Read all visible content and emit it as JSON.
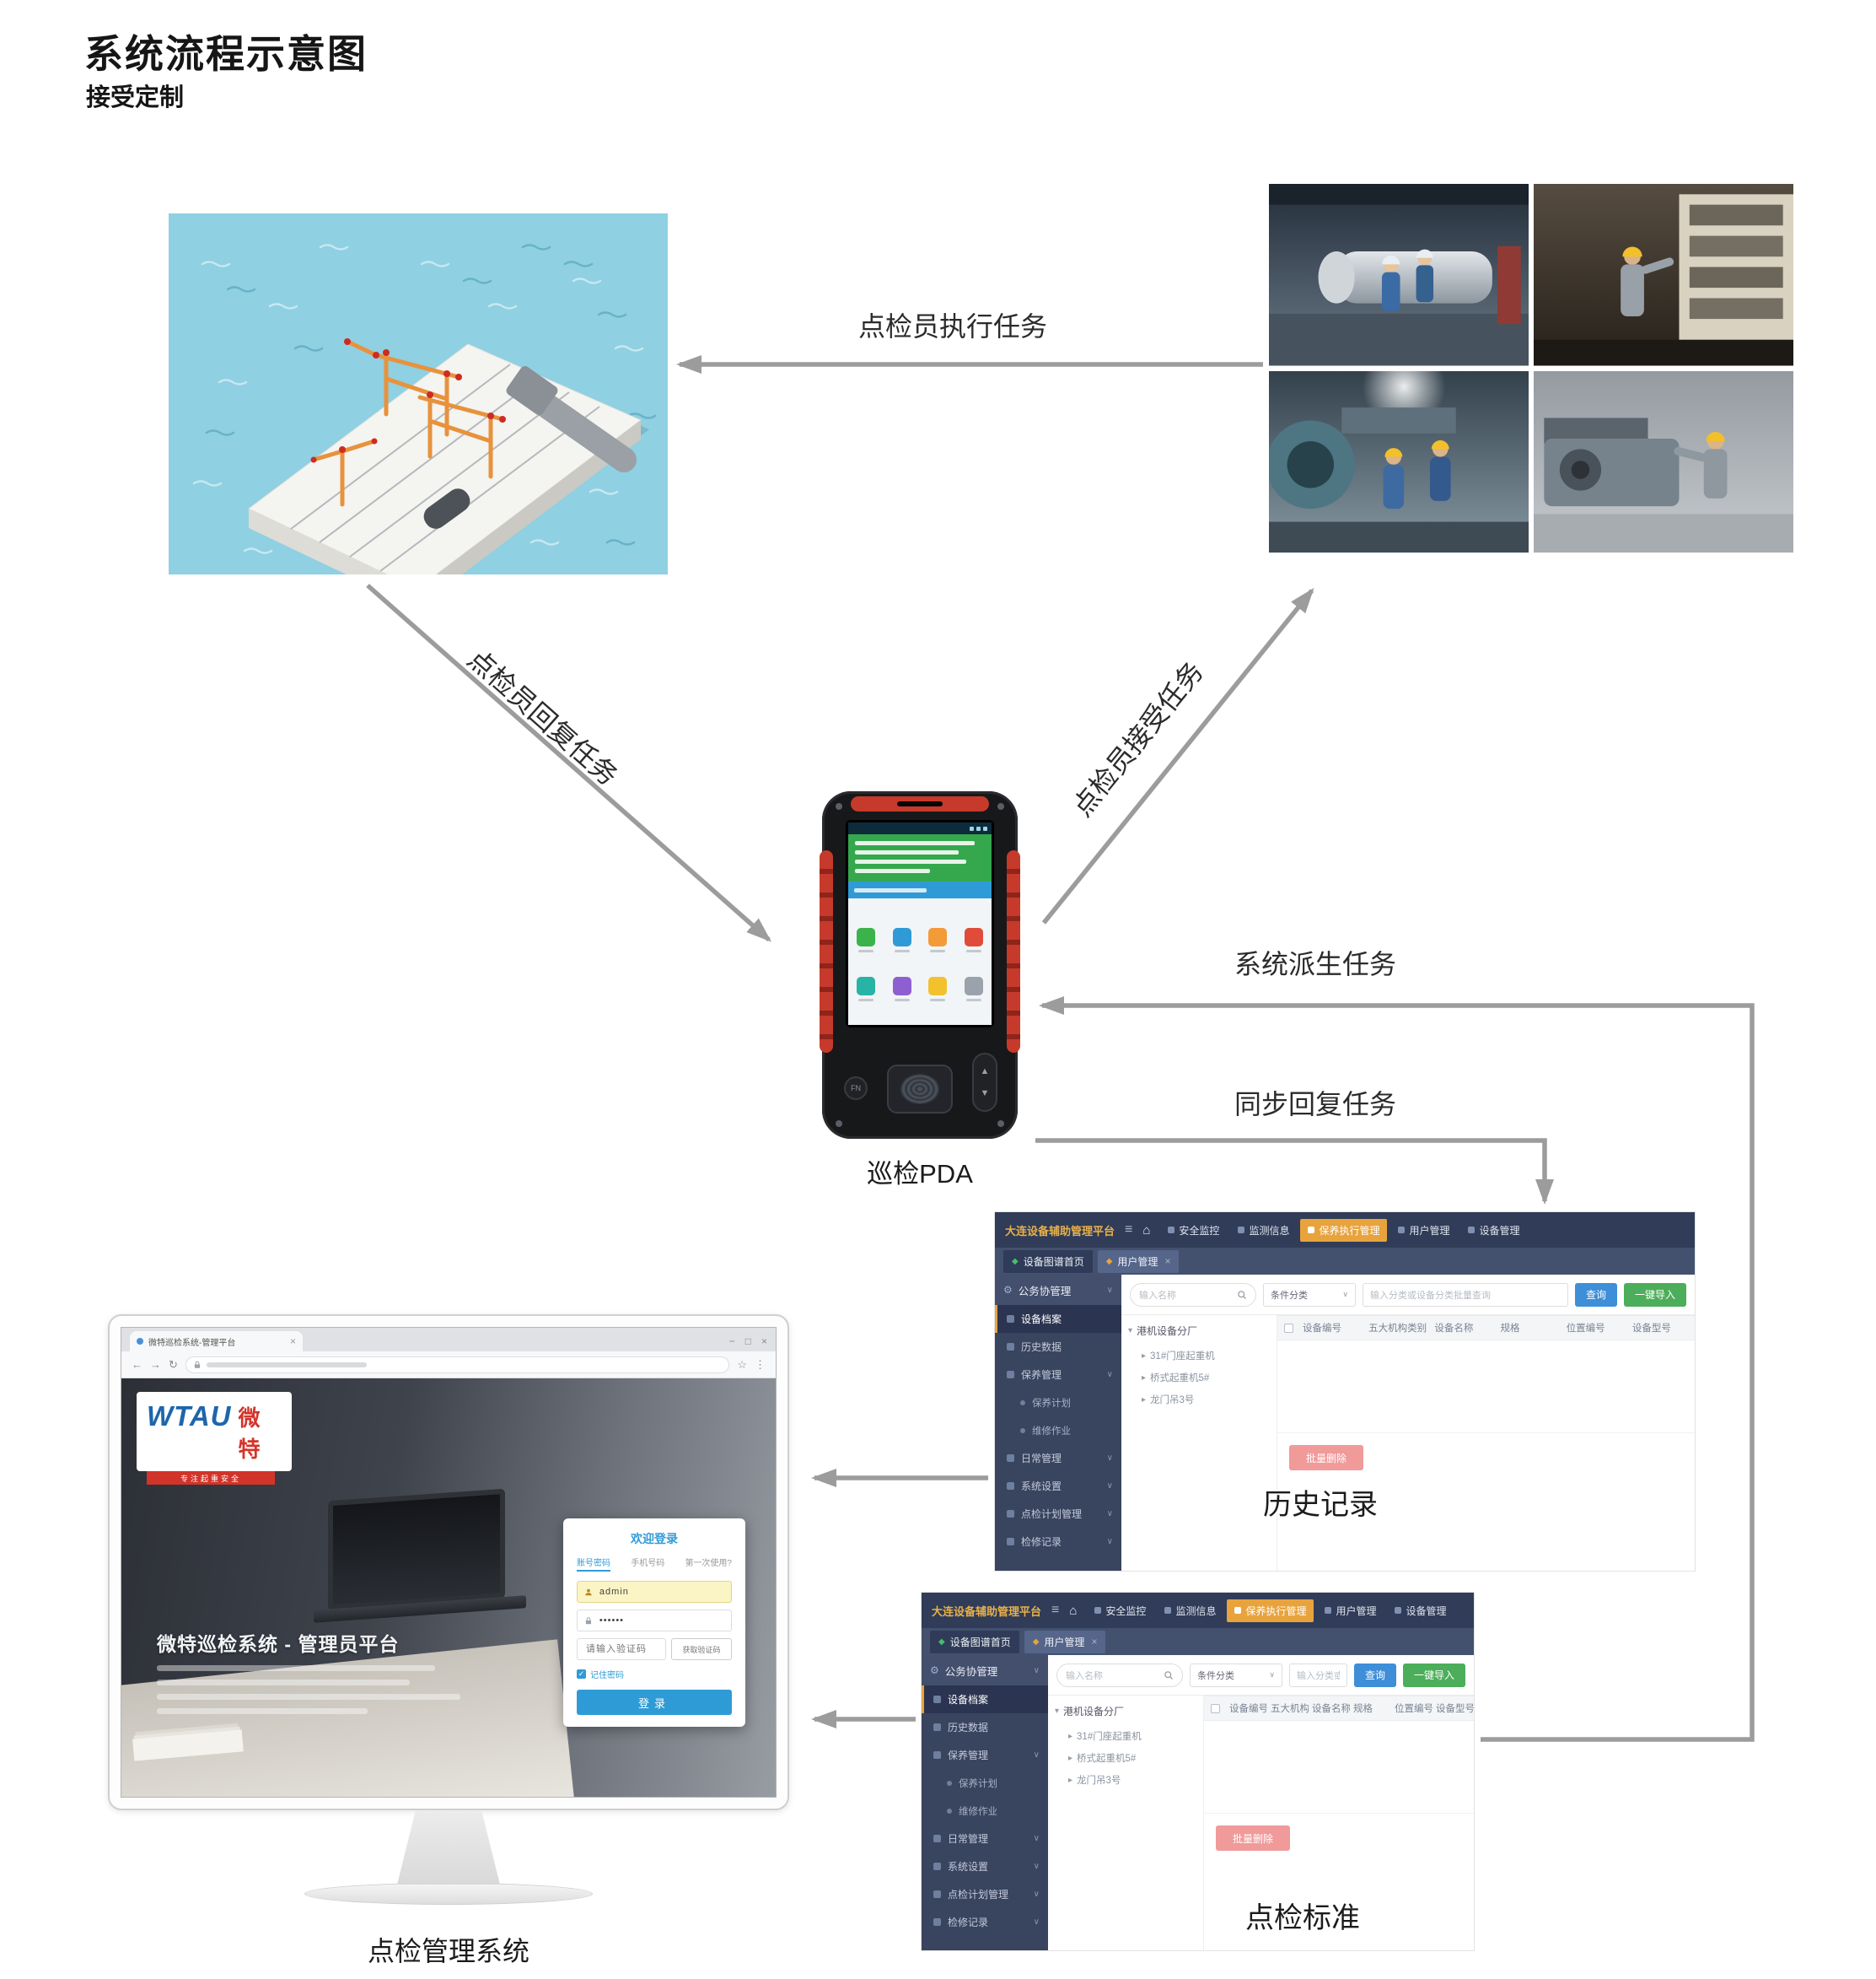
{
  "page": {
    "title": "系统流程示意图",
    "subtitle": "接受定制"
  },
  "flow": {
    "execute_label": "点检员执行任务",
    "accept_label": "点检员接受任务",
    "reply_label": "点检员回复任务",
    "derive_label": "系统派生任务",
    "sync_label": "同步回复任务"
  },
  "captions": {
    "pda": "巡检PDA",
    "history": "历史记录",
    "standard": "点检标准",
    "system": "点检管理系统"
  },
  "monitor": {
    "browser_tab": "微特巡检系统-管理平台",
    "logo_en": "WTAU",
    "logo_cn": "微特",
    "logo_tagline": "专注起重安全",
    "hero_title": "微特巡检系统 - 管理员平台",
    "login": {
      "title": "欢迎登录",
      "tabs": [
        "账号密码",
        "手机号码",
        "第一次使用?"
      ],
      "username": "admin",
      "password": "••••••",
      "captcha_placeholder": "请输入验证码",
      "captcha_button": "获取验证码",
      "remember": "记住密码",
      "submit": "登录"
    }
  },
  "admin": {
    "brand": "大连设备辅助管理平台",
    "menu": [
      {
        "label": "安全监控",
        "active": false
      },
      {
        "label": "监测信息",
        "active": false
      },
      {
        "label": "保养执行管理",
        "active": true
      },
      {
        "label": "用户管理",
        "active": false
      },
      {
        "label": "设备管理",
        "active": false
      }
    ],
    "tabs": [
      {
        "label": "设备图谱首页",
        "closable": false
      },
      {
        "label": "用户管理",
        "closable": true
      }
    ],
    "sidebar_header": "公务协管理",
    "sidebar": [
      {
        "label": "设备档案",
        "active": true
      },
      {
        "label": "历史数据"
      },
      {
        "label": "保养管理",
        "caret": true
      },
      {
        "label": "保养计划",
        "sub": true
      },
      {
        "label": "维修作业",
        "sub": true
      },
      {
        "label": "日常管理",
        "caret": true
      },
      {
        "label": "系统设置",
        "caret": true
      },
      {
        "label": "点检计划管理",
        "caret": true
      },
      {
        "label": "检修记录",
        "caret": true
      }
    ],
    "toolbar": {
      "search_placeholder": "输入名称",
      "filter_label": "条件分类",
      "input_placeholder": "输入分类或设备分类批量查询",
      "search_button": "查询",
      "import_button": "一键导入"
    },
    "tree": {
      "root": "港机设备分厂",
      "children": [
        "31#门座起重机",
        "桥式起重机5#",
        "龙门吊3号"
      ]
    },
    "table_headers": [
      "设备编号",
      "五大机构类别",
      "设备名称",
      "规格",
      "位置编号",
      "设备型号"
    ],
    "delete_button": "批量删除"
  }
}
